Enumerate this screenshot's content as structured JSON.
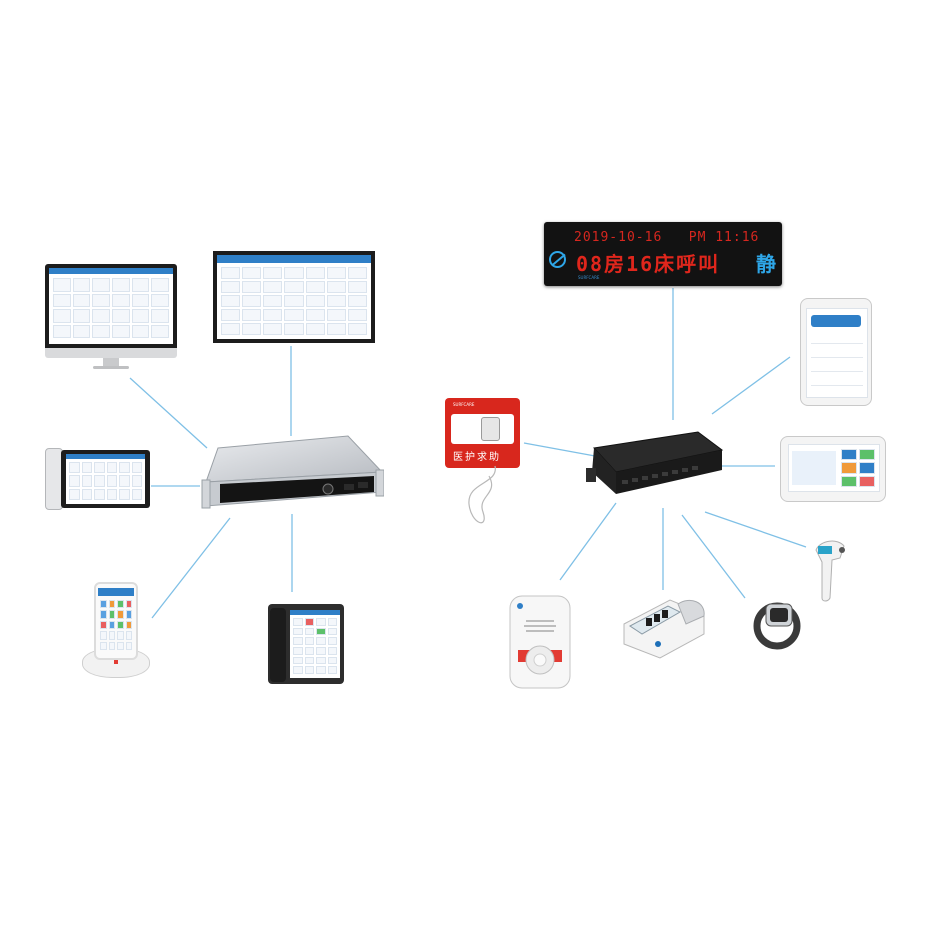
{
  "led_display": {
    "datetime": "2019-10-16   PM 11:16",
    "message": "08房16床呼叫",
    "quiet_icon_text": "静",
    "brand": "SURFCARE"
  },
  "call_button": {
    "label": "医护求助",
    "brand": "SURFCARE"
  },
  "colors": {
    "connector": "#7fc0e6",
    "led_red": "#e0261c",
    "led_blue": "#2ea6e8",
    "alarm_red": "#d8271d",
    "ui_blue": "#2f7fc7"
  },
  "devices": [
    {
      "name": "imac-nurse-station-workstation-icon"
    },
    {
      "name": "wall-monitor-display-icon"
    },
    {
      "name": "server-host-icon"
    },
    {
      "name": "desk-phone-with-screen-icon"
    },
    {
      "name": "handheld-terminal-icon"
    },
    {
      "name": "bedside-phone-extension-icon"
    },
    {
      "name": "led-corridor-display-icon"
    },
    {
      "name": "emergency-call-button-icon"
    },
    {
      "name": "network-switch-icon"
    },
    {
      "name": "bedside-tablet-icon"
    },
    {
      "name": "door-side-display-icon"
    },
    {
      "name": "infrared-thermometer-icon"
    },
    {
      "name": "smart-wristband-icon"
    },
    {
      "name": "blood-pressure-monitor-icon"
    },
    {
      "name": "wireless-alarm-pager-icon"
    }
  ]
}
